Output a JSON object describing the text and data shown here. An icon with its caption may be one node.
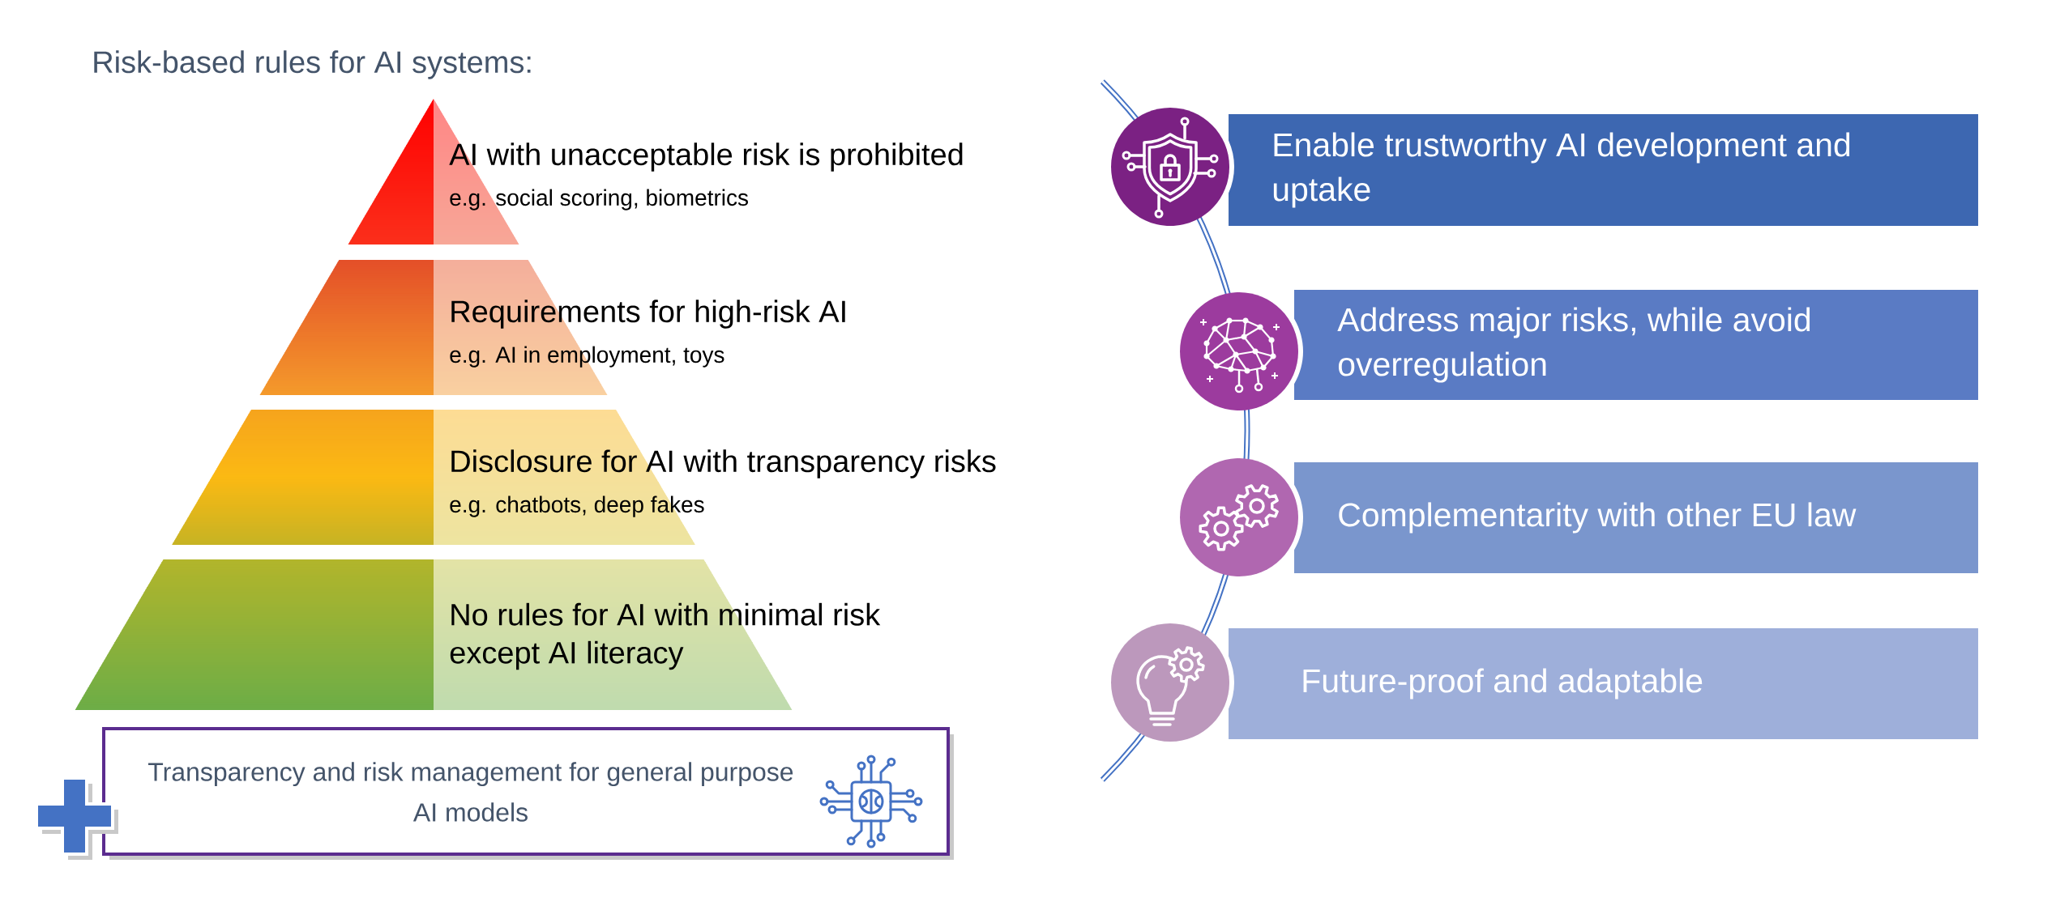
{
  "diagram": {
    "title": "Risk-based rules for AI systems:",
    "nodes": [
      {
        "text": [
          "AI with unacceptable risk is prohibited",
          "e.g. social scoring, biometrics"
        ]
      },
      {
        "text": [
          "Requirements for high-risk AI",
          "e.g. AI in employment, toys"
        ]
      },
      {
        "text": [
          "Disclosure for AI with transparency risks",
          "e.g. chatbots, deep fakes"
        ]
      },
      {
        "text": [
          "No rules for AI with minimal risk except AI literacy"
        ]
      },
      {
        "text": [
          "Transparency and risk management for general purpose AI models"
        ]
      },
      {
        "text": [
          "Enable trustworthy AI development and uptake"
        ]
      },
      {
        "text": [
          "Address major risks, while avoid overregulation"
        ]
      },
      {
        "text": [
          "Complementarity with other EU law"
        ]
      },
      {
        "text": [
          "Future-proof and adaptable"
        ]
      }
    ]
  }
}
